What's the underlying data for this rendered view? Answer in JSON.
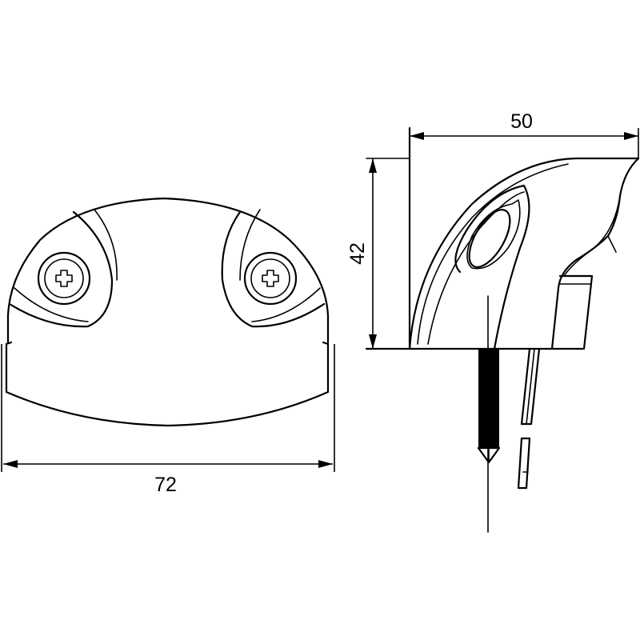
{
  "dimensions": {
    "width_front": "72",
    "width_side": "50",
    "height_side": "42"
  },
  "colors": {
    "line": "#000000",
    "background": "#ffffff"
  }
}
